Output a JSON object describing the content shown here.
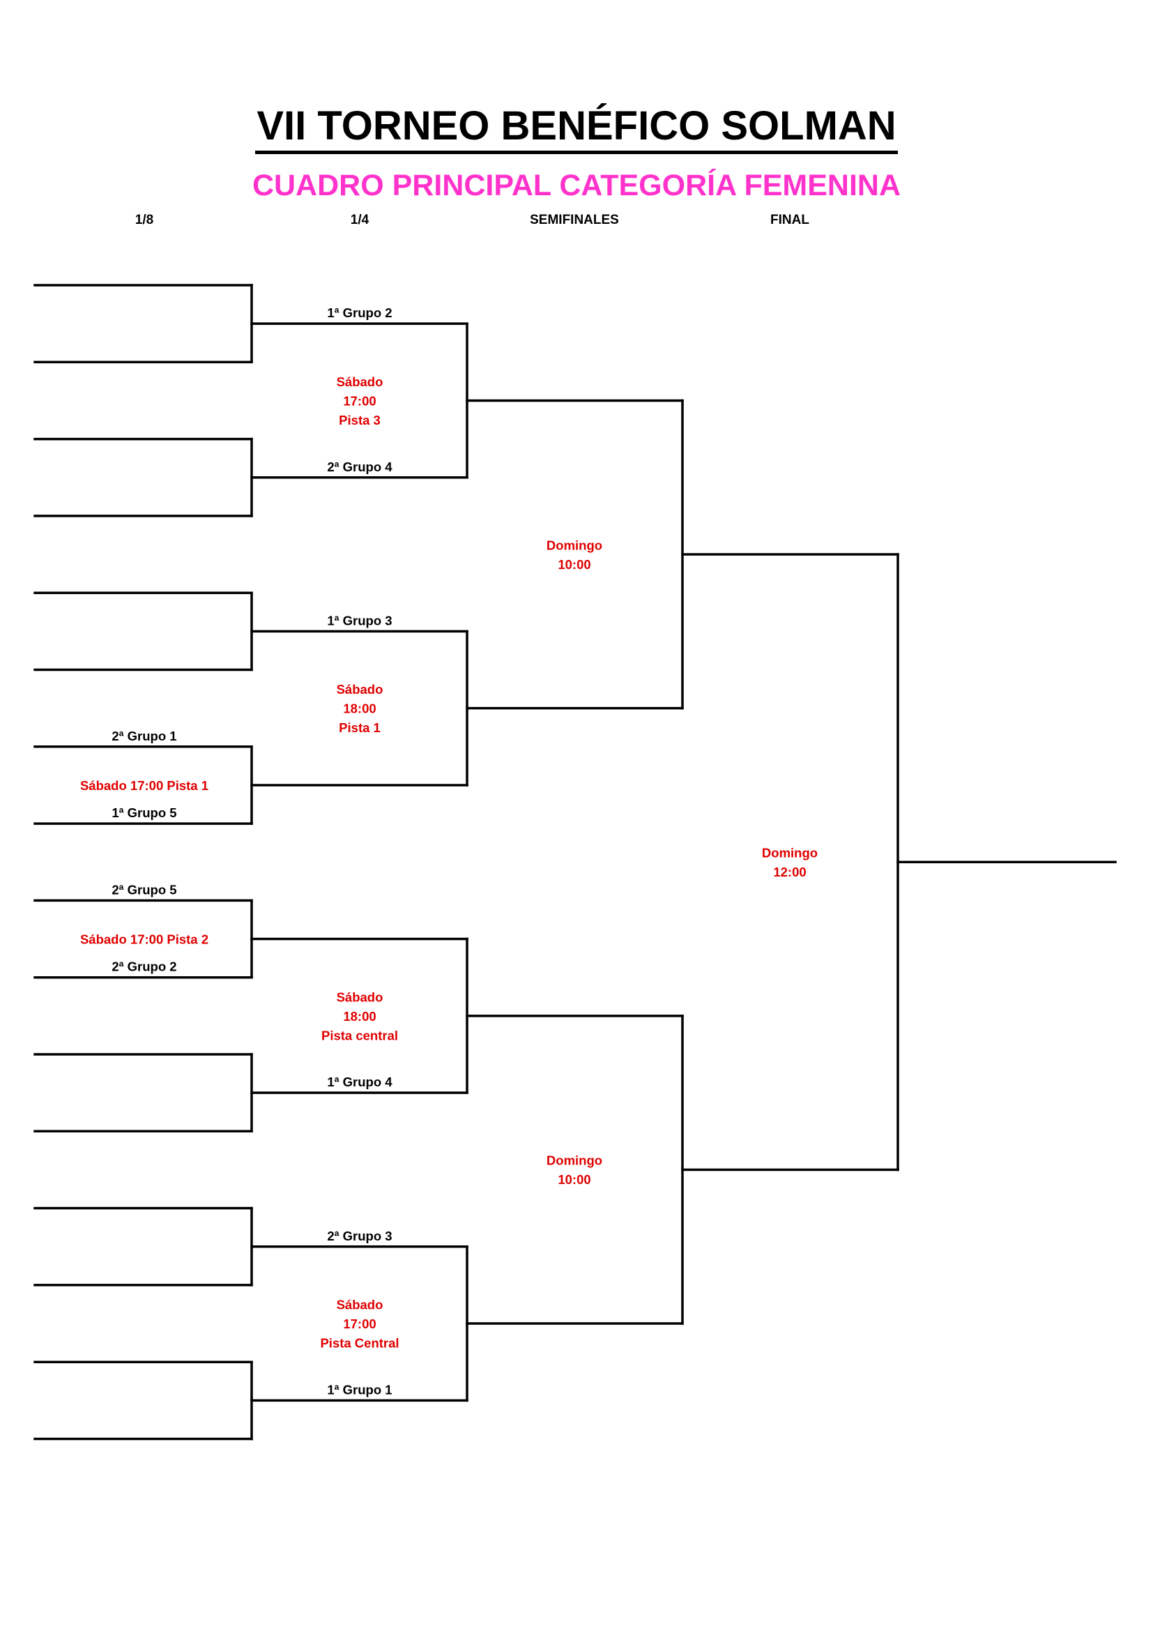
{
  "title": "VII TORNEO BENÉFICO SOLMAN",
  "subtitle": "CUADRO PRINCIPAL CATEGORÍA FEMENINA",
  "colors": {
    "text": "#000000",
    "schedule": "#e00000",
    "subtitle": "#ff33cc",
    "lines": "#000000"
  },
  "rounds": [
    "1/8",
    "1/4",
    "SEMIFINALES",
    "FINAL"
  ],
  "octavos": [
    {
      "top": "",
      "bottom": "",
      "schedule": []
    },
    {
      "top": "",
      "bottom": "",
      "schedule": []
    },
    {
      "top": "",
      "bottom": "",
      "schedule": []
    },
    {
      "top": "2ª Grupo 1",
      "bottom": "1ª Grupo 5",
      "schedule": [
        "Sábado 17:00 Pista 1"
      ]
    },
    {
      "top": "2ª Grupo 5",
      "bottom": "2ª Grupo 2",
      "schedule": [
        "Sábado 17:00 Pista 2"
      ]
    },
    {
      "top": "",
      "bottom": "",
      "schedule": []
    },
    {
      "top": "",
      "bottom": "",
      "schedule": []
    },
    {
      "top": "",
      "bottom": "",
      "schedule": []
    }
  ],
  "cuartos": [
    {
      "top": "1ª Grupo 2",
      "bottom": "2ª Grupo 4",
      "schedule": [
        "Sábado",
        "17:00",
        "Pista 3"
      ]
    },
    {
      "top": "1ª Grupo 3",
      "bottom": "",
      "schedule": [
        "Sábado",
        "18:00",
        "Pista 1"
      ]
    },
    {
      "top": "",
      "bottom": "1ª Grupo 4",
      "schedule": [
        "Sábado",
        "18:00",
        "Pista central"
      ]
    },
    {
      "top": "2ª Grupo 3",
      "bottom": "1ª Grupo 1",
      "schedule": [
        "Sábado",
        "17:00",
        "Pista Central"
      ]
    }
  ],
  "semifinales": [
    {
      "schedule": [
        "Domingo",
        "10:00"
      ]
    },
    {
      "schedule": [
        "Domingo",
        "10:00"
      ]
    }
  ],
  "final": {
    "schedule": [
      "Domingo",
      "12:00"
    ]
  }
}
